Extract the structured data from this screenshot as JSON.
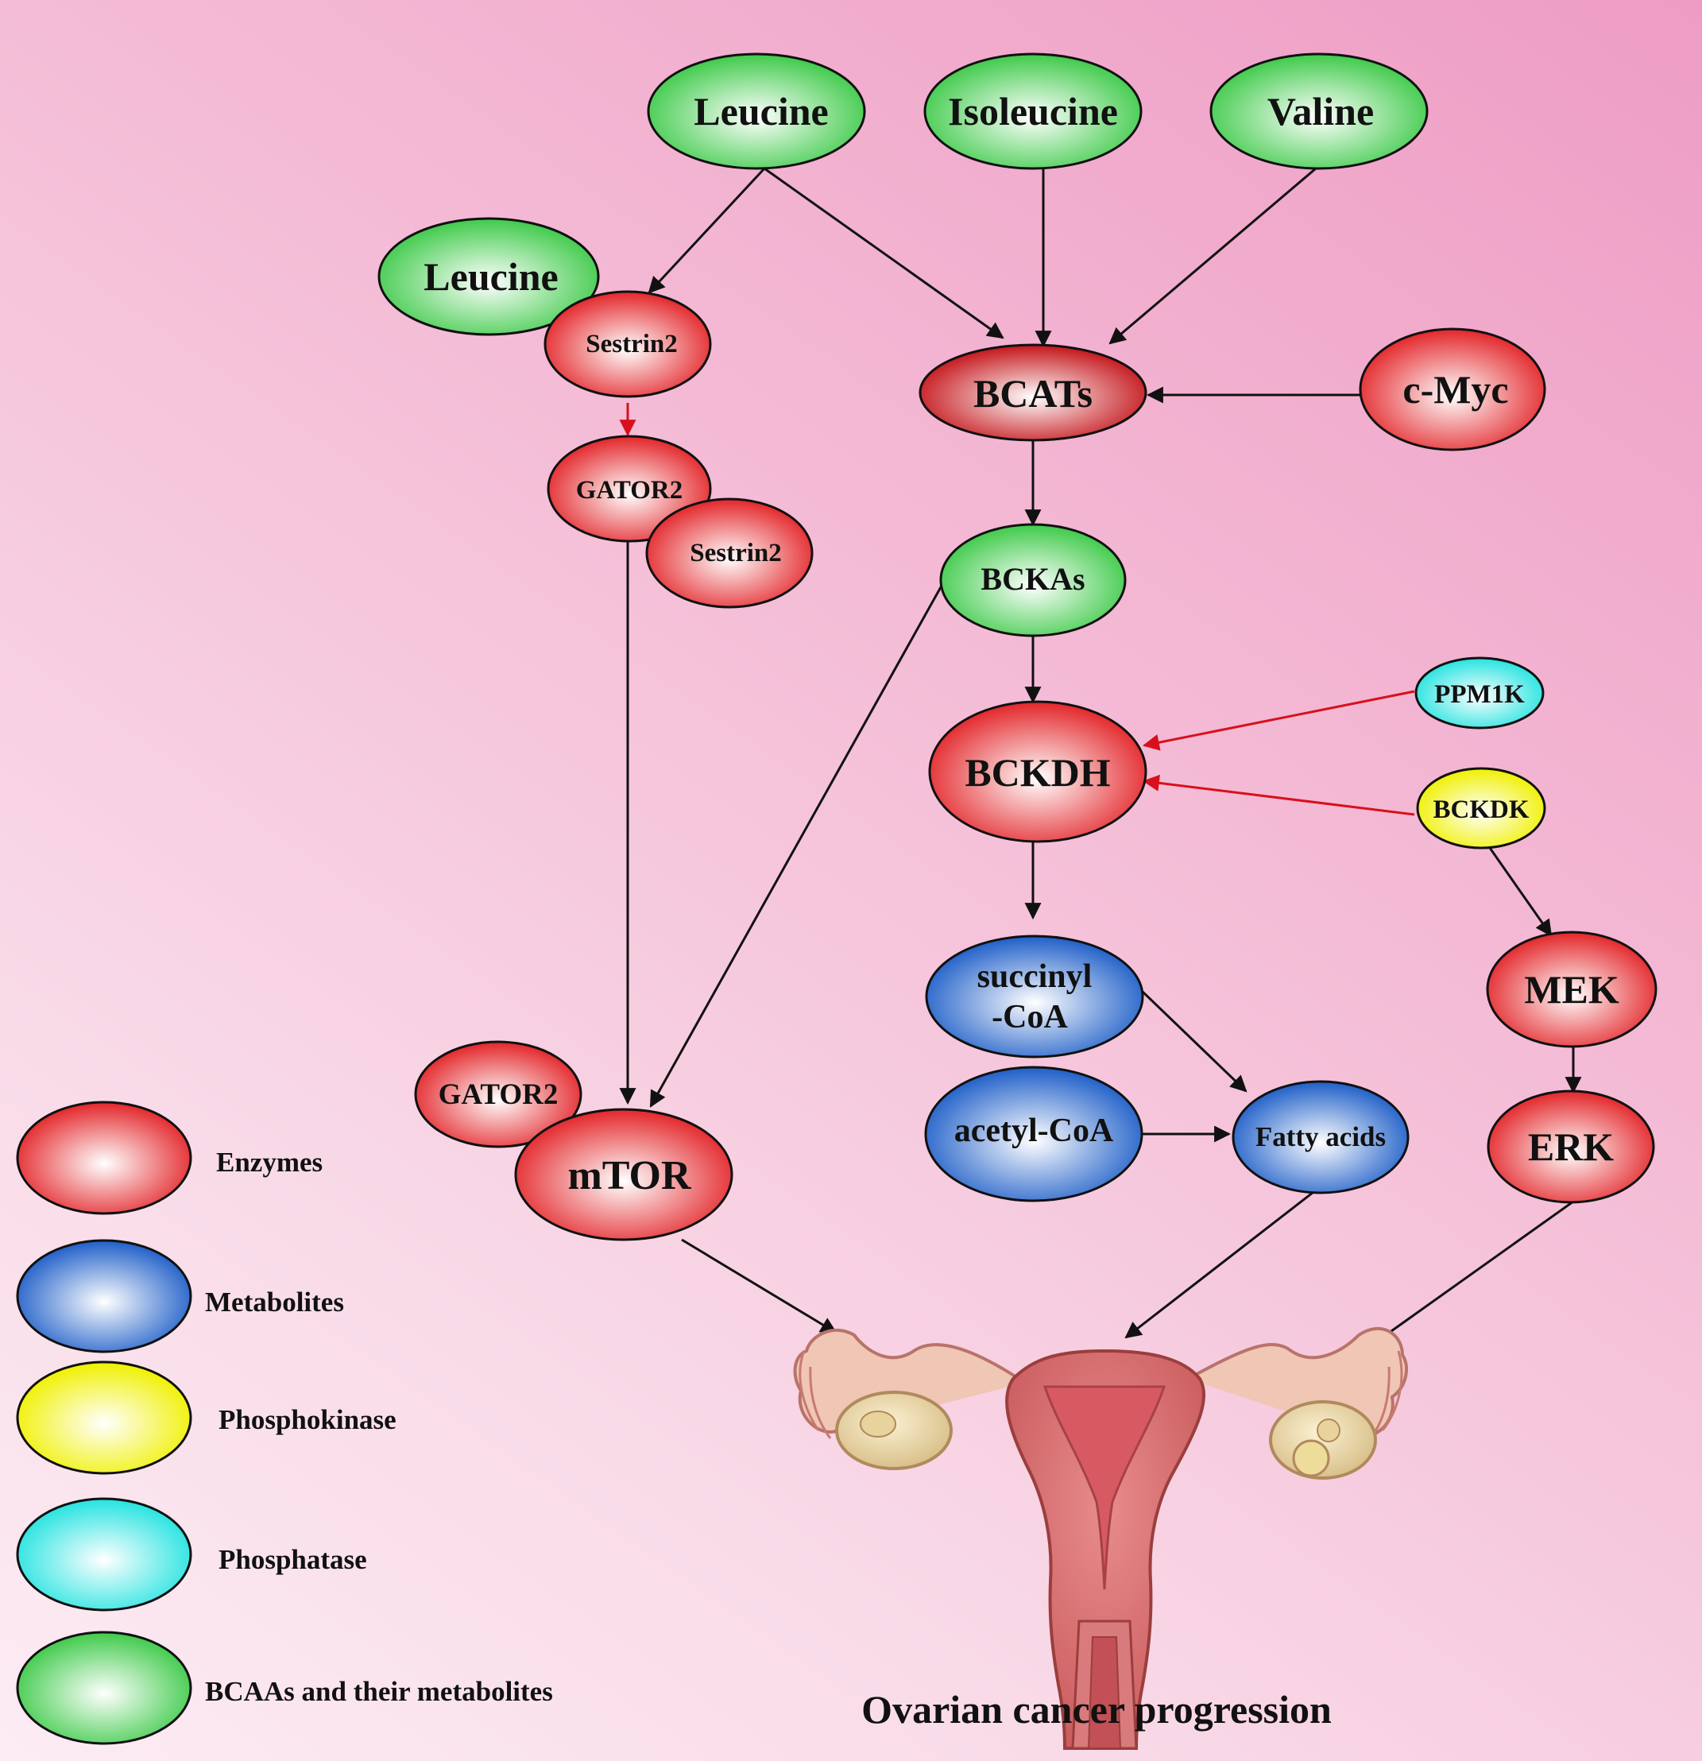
{
  "colors": {
    "enzyme": "#e3262a",
    "metabolite": "#1f5fc8",
    "phosphokinase": "#f0f000",
    "phosphatase": "#25e3e0",
    "bcaa": "#3fca4a",
    "inhibit_edge": "#d8101c",
    "edge": "#111111"
  },
  "nodes": {
    "leucine_top": "Leucine",
    "isoleucine": "Isoleucine",
    "valine": "Valine",
    "leucine_left": "Leucine",
    "sestrin2_top": "Sestrin2",
    "gator2_top": "GATOR2",
    "sestrin2_mid": "Sestrin2",
    "bcats": "BCATs",
    "cmyc": "c-Myc",
    "bckas": "BCKAs",
    "ppm1k": "PPM1K",
    "bckdh": "BCKDH",
    "bckdk": "BCKDK",
    "succinyl_line1": "succinyl",
    "succinyl_line2": "-CoA",
    "acetyl_coa": "acetyl-CoA",
    "fatty_acids": "Fatty acids",
    "mek": "MEK",
    "erk": "ERK",
    "gator2_bottom": "GATOR2",
    "mtor": "mTOR"
  },
  "legend": [
    {
      "label": "Enzymes",
      "color": "#e3262a"
    },
    {
      "label": "Metabolites",
      "color": "#1f5fc8"
    },
    {
      "label": "Phosphokinase",
      "color": "#f0f000"
    },
    {
      "label": "Phosphatase",
      "color": "#25e3e0"
    },
    {
      "label": "BCAAs and their metabolites",
      "color": "#3fca4a"
    }
  ],
  "outcome": "Ovarian cancer progression"
}
